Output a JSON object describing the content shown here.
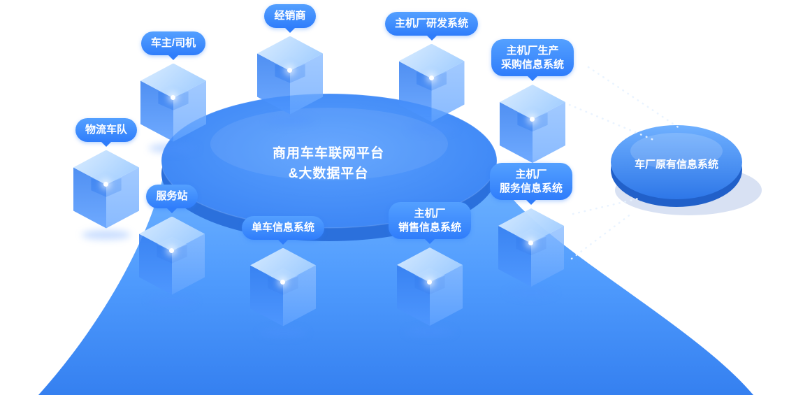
{
  "diagram": {
    "platform": {
      "title": "商用车车联网平台\n&大数据平台"
    },
    "legacy": {
      "label": "车厂原有信息系统"
    },
    "nodes": [
      {
        "id": "owner-driver",
        "label": "车主/司机"
      },
      {
        "id": "dealer",
        "label": "经销商"
      },
      {
        "id": "oem-rd",
        "label": "主机厂研发系统"
      },
      {
        "id": "oem-production",
        "label": "主机厂生产\n采购信息系统"
      },
      {
        "id": "logistics-fleet",
        "label": "物流车队"
      },
      {
        "id": "service-station",
        "label": "服务站"
      },
      {
        "id": "vehicle-info",
        "label": "单车信息系统"
      },
      {
        "id": "oem-sales",
        "label": "主机厂\n销售信息系统"
      },
      {
        "id": "oem-service",
        "label": "主机厂\n服务信息系统"
      }
    ],
    "colors": {
      "bubble": "#2F7DFB",
      "platform": "#3E88F5",
      "cube_light": "#9CC9FF",
      "connector": "#E8F3FF",
      "background": "#FFFFFF"
    }
  }
}
